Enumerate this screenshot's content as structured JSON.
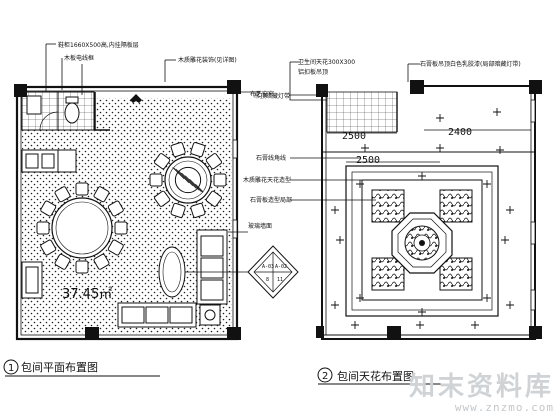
{
  "left_plan": {
    "number": "1",
    "title": "包间平面布置图",
    "area": "37.45㎡",
    "annotations": [
      "鞋柜1660X500高,内挂隔板层",
      "木板电线框",
      "木质雕花装饰(见详图)",
      "布艺窗帘",
      "玻璃墙面"
    ]
  },
  "detail": {
    "labels": [
      "A-03",
      "A-02",
      "8",
      "11"
    ]
  },
  "right_plan": {
    "number": "2",
    "title": "包间天花布置图",
    "dimensions": [
      "2500",
      "2400",
      "2500"
    ],
    "annotations": [
      "卫生间天花300X300",
      "铝扣板吊顶",
      "石膏板吊顶白色乳胶漆(局部暗藏灯带)",
      "吊顶暗藏灯带",
      "石膏线角线",
      "木质雕花天花造型",
      "石膏板造型局部"
    ]
  },
  "watermark": {
    "name": "知末资料库",
    "url": "www.znzmo.com"
  },
  "colors": {
    "line": "#111111",
    "watermark": "#cfd3d6"
  }
}
